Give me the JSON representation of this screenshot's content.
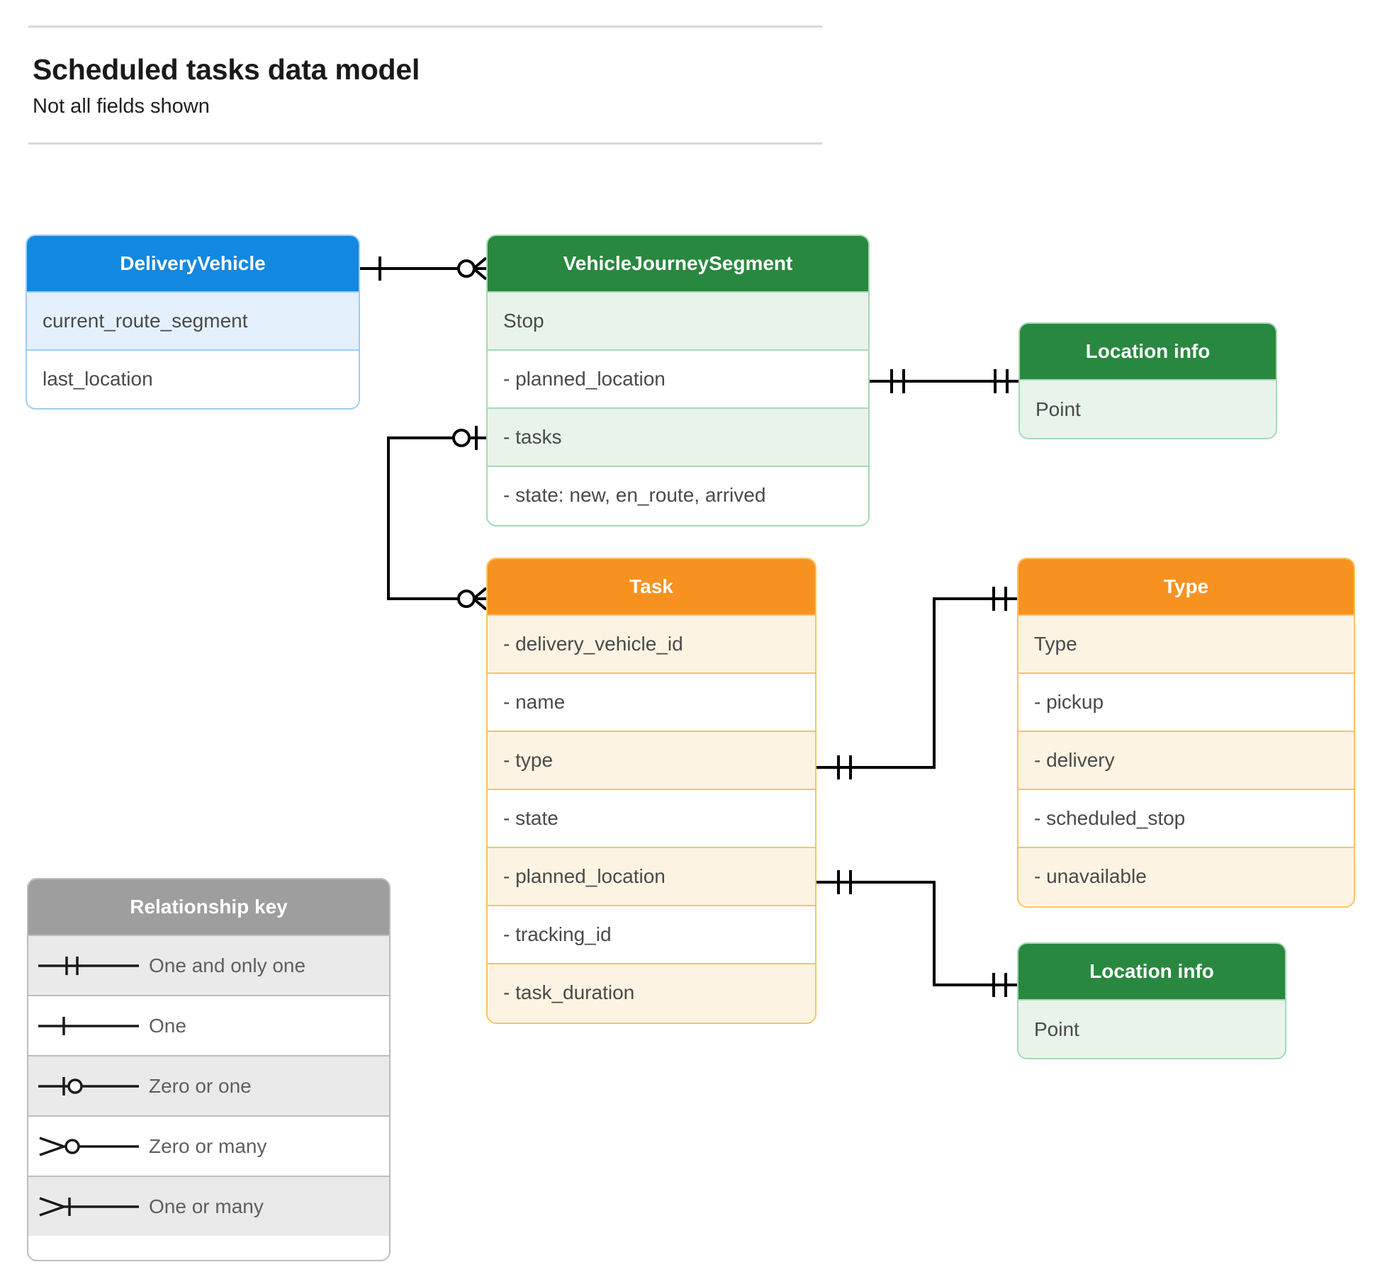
{
  "header": {
    "title": "Scheduled tasks data model",
    "subtitle": "Not all fields shown"
  },
  "colors": {
    "blue_header": "#1288e0",
    "blue_row": "#e4f0fc",
    "blue_border": "#9ecdf5",
    "green_header": "#29883f",
    "green_row": "#e8f4ea",
    "green_border": "#a5d9b4",
    "orange_header": "#f79220",
    "orange_row": "#fdf3e3",
    "orange_border": "#fbc25f",
    "grey_header": "#9e9e9e",
    "grey_row": "#eaeaea",
    "grey_border": "#bdbdbd",
    "connector": "#000000"
  },
  "entities": {
    "delivery_vehicle": {
      "title": "DeliveryVehicle",
      "rows": [
        "current_route_segment",
        "last_location"
      ]
    },
    "vehicle_journey_segment": {
      "title": "VehicleJourneySegment",
      "rows": [
        "Stop",
        "-  planned_location",
        "- tasks",
        "- state: new, en_route, arrived"
      ]
    },
    "location_info_top": {
      "title": "Location info",
      "rows": [
        "Point"
      ]
    },
    "location_info_bottom": {
      "title": "Location info",
      "rows": [
        "Point"
      ]
    },
    "task": {
      "title": "Task",
      "rows": [
        "- delivery_vehicle_id",
        "- name",
        "- type",
        "- state",
        "- planned_location",
        "- tracking_id",
        "- task_duration"
      ]
    },
    "type": {
      "title": "Type",
      "rows": [
        "Type",
        "-   pickup",
        "-   delivery",
        "-   scheduled_stop",
        "-   unavailable"
      ]
    }
  },
  "legend": {
    "title": "Relationship key",
    "items": [
      {
        "label": "One and only one",
        "symbol": "one-and-only-one"
      },
      {
        "label": "One",
        "symbol": "one"
      },
      {
        "label": "Zero or one",
        "symbol": "zero-or-one"
      },
      {
        "label": "Zero or many",
        "symbol": "zero-or-many"
      },
      {
        "label": "One or many",
        "symbol": "one-or-many"
      }
    ]
  }
}
